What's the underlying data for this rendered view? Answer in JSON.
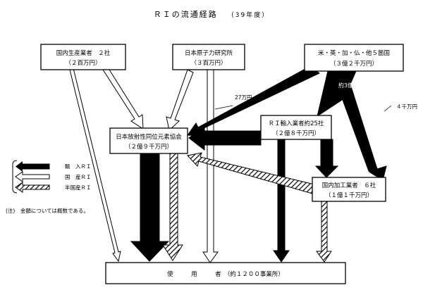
{
  "title": "ＲＩの流通経路",
  "year": "（39年度）",
  "nodes": {
    "domestic_producers": {
      "line1": "国内生産業者　２社",
      "line2": "（２百万円）"
    },
    "jaeri": {
      "line1": "日本原子力研究所",
      "line2": "（３百万円）"
    },
    "foreign": {
      "line1": "米・英・加・仏・他５箇国",
      "line2": "（３億２千万円）"
    },
    "jrias": {
      "line1": "日本放射性同位元素協会",
      "line2": "（２億９千万円）"
    },
    "importers": {
      "line1": "ＲＩ輸入業者約25社",
      "line2": "（２億８千万円）"
    },
    "processors": {
      "line1": "国内加工業者　６社",
      "line2": "（１億１千万円）"
    },
    "users": {
      "line1": "使　　　用　　　者　（約１２００事業所）"
    }
  },
  "flow_labels": {
    "f1": "27万円",
    "f2": "約3億円",
    "f3": "４千万円"
  },
  "legend": {
    "import": "輸　入ＲＩ",
    "domestic": "国　産ＲＩ",
    "semi": "半国産ＲＩ"
  },
  "note": "(注)　金額については概数である。"
}
